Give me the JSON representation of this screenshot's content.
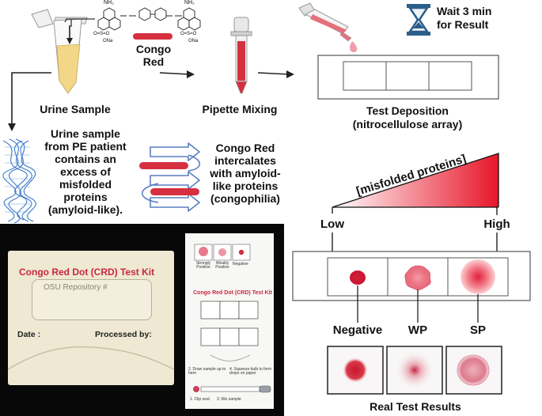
{
  "steps": {
    "urine_sample": "Urine Sample",
    "congo_red_l1": "Congo",
    "congo_red_l2": "Red",
    "pipette_mixing": "Pipette Mixing",
    "wait_l1": "Wait 3 min",
    "wait_l2": "for Result",
    "test_deposition_l1": "Test Deposition",
    "test_deposition_l2": "(nitrocellulose array)"
  },
  "molecule": {
    "nh2_left": "NH₂",
    "nh2_right": "NH₂",
    "so3_left": "O=S=O",
    "ona_left": "ONa",
    "so3_right": "O=S=O",
    "ona_right": "ONa"
  },
  "explanations": {
    "urine_l1": "Urine sample",
    "urine_l2": "from PE patient",
    "urine_l3": "contains an",
    "urine_l4": "excess of",
    "urine_l5": "misfolded",
    "urine_l6": "proteins",
    "urine_l7": "(amyloid-like).",
    "congo_l1": "Congo Red",
    "congo_l2": "intercalates",
    "congo_l3": "with amyloid-",
    "congo_l4": "like proteins",
    "congo_l5": "(congophilia)"
  },
  "gradient": {
    "label": "[misfolded proteins]",
    "low": "Low",
    "high": "High"
  },
  "results": {
    "negative": "Negative",
    "wp": "WP",
    "sp": "SP",
    "real_label": "Real Test Results"
  },
  "kit": {
    "box_title": "Congo Red Dot (CRD) Test Kit",
    "repository": "OSU Repository #",
    "date": "Date :",
    "processed_by": "Processed by:",
    "card_strongly": "Strongly Positive",
    "card_weakly": "Weakly Positive",
    "card_negative": "Negative",
    "card_title": "Congo Red Dot (CRD) Test Kit",
    "step_draw": "2. Draw sample up to here",
    "step_squeeze": "4. Squeeze bulb to form drops on paper",
    "step_clip": "1. Clip seal",
    "step_mix": "3. Mix sample"
  },
  "colors": {
    "congo_red": "#d63040",
    "gradient_light": "#ffffff",
    "gradient_dark": "#e8162a",
    "hourglass": "#2b5f8a",
    "arrow_outline": "#5a7fc0",
    "helix": "#3b78c9",
    "urine": "#f2d788"
  }
}
